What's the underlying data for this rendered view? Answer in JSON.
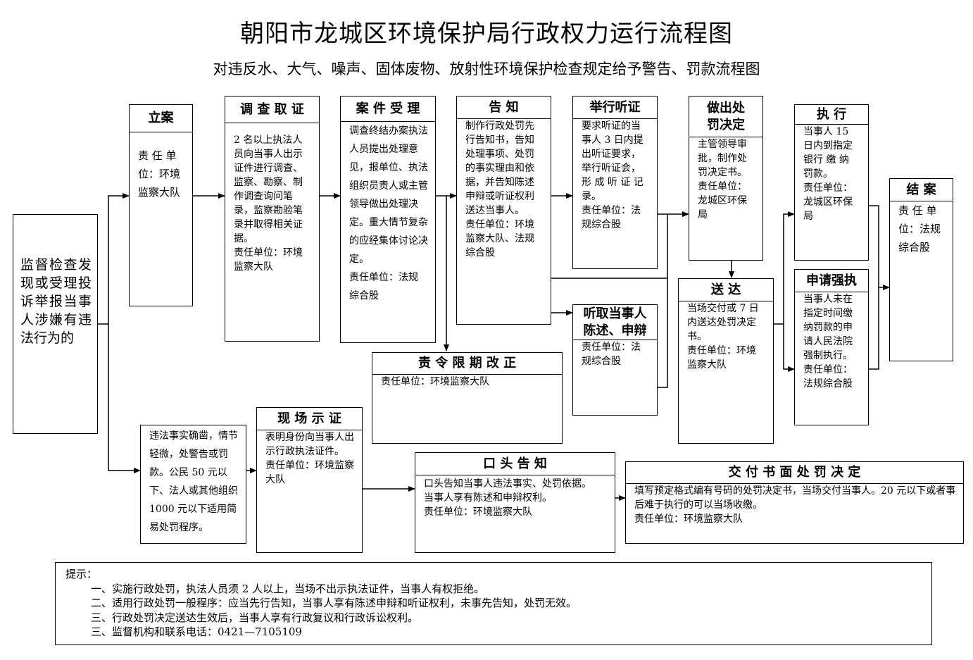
{
  "title": "朝阳市龙城区环境保护局行政权力运行流程图",
  "subtitle": "对违反水、大气、噪声、固体废物、放射性环境保护检查规定给予警告、罚款流程图",
  "boxes": {
    "start": {
      "text": "监督检查发现或受理投诉举报当事人涉嫌有违法行为的"
    },
    "lian": {
      "title": "立案",
      "text": "责 任 单\n位：环境\n监察大队"
    },
    "diaocha": {
      "title": "调 查 取 证",
      "text": "2 名以上执法人员向当事人出示证件进行调查、监察、勘察、制作调查询问笔录，监察勘验笔录并取得相关证据。\n责任单位：环境\n监察大队"
    },
    "anjian": {
      "title": "案 件 受 理",
      "text": "调查终结办案执法人员提出处理意见，报单位、执法组织员责人或主管领导做出处理决定。重大情节复杂的应经集体讨论决定。\n责任单位：法规\n综合股"
    },
    "gaozhi": {
      "title": "告 知",
      "text": "制作行政处罚先行告知书，告知处理事项、处罚的事实理由和依据，并告知陈述申辩或听证权利送达当事人。\n责任单位：环境监察大队、法规\n综合股"
    },
    "tingzheng": {
      "title": "举行听证",
      "text": "要求听证的当事人 3 日内提出听证要求，举行听证会，形 成 听 证 记录。\n责任单位：法\n规综合股"
    },
    "tingqu": {
      "title": "听取当事人\n陈述、申辩",
      "text": "责任单位：法\n规综合股"
    },
    "zuochu": {
      "title": "做出处\n罚决定",
      "text": "主管领导审批，制作处罚决定书。\n责任单位：\n龙城区环保\n局"
    },
    "songda": {
      "title": "送 达",
      "text": "当场交付或 7 日内送达处罚决定书。\n责任单位：环境\n监察大队"
    },
    "zhixing": {
      "title": "执 行",
      "text": "当事人 15 日内到指定银行 缴 纳 罚款。\n责任单位：\n龙城区环保\n局"
    },
    "qiangzhi": {
      "title": "申请强执",
      "text": "当事人未在指定时间缴纳罚款的申请人民法院强制执行。\n责任单位：\n法规综合股"
    },
    "jiean": {
      "title": "结 案",
      "text": "责 任 单\n位：法规\n综合股"
    },
    "zeling": {
      "title": "责 令 限 期 改 正",
      "text": "责任单位：环境监察大队"
    },
    "jianyi": {
      "text": "违法事实确凿，情节轻微，处警告或罚款。公民 50 元以下、法人或其他组织 1000 元以下适用简易处罚程序。"
    },
    "xianchang": {
      "title": "现 场 示 证",
      "text": "表明身份向当事人出示行政执法证件。\n责任单位：环境监察大队"
    },
    "koutou": {
      "title": "口 头 告 知",
      "text": "口头告知当事人违法事实、处罚依据。\n当事人享有陈述和申辩权利。\n责任单位：环境监察大队"
    },
    "jiaofu": {
      "title": "交 付 书 面 处 罚 决 定",
      "text": "填写预定格式编有号码的处罚决定书，当场交付当事人。20 元以下或者事后难于执行的可以当场收缴。\n责任单位：环境监察大队"
    }
  },
  "tips": {
    "label": "提示：",
    "lines": [
      "一、实施行政处罚，执法人员须 2 人以上，当场不出示执法证件，当事人有权拒绝。",
      "二、适用行政处罚一般程序：应当先行告知，当事人享有陈述申辩和听证权利，未事先告知，处罚无效。",
      "三、行政处罚决定送达生效后，当事人享有行政复议和行政诉讼权利。",
      "三、监督机构和联系电话：0421—7105109"
    ]
  }
}
